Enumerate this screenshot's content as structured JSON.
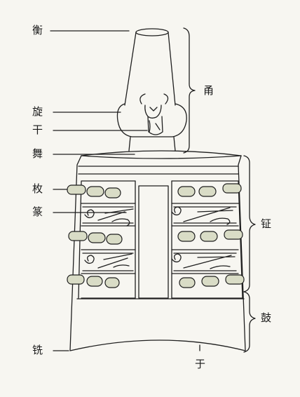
{
  "colors": {
    "paper": "#f7f6f1",
    "ink": "#1f1f1f",
    "knob": "#d9dcc6"
  },
  "labels": {
    "heng": "衡",
    "xuan": "旋",
    "gan": "干",
    "wu": "舞",
    "mei": "枚",
    "zhuan": "篆",
    "xian": "铣",
    "yong": "甬",
    "zheng": "钲",
    "gu": "鼓",
    "yu": "于"
  }
}
